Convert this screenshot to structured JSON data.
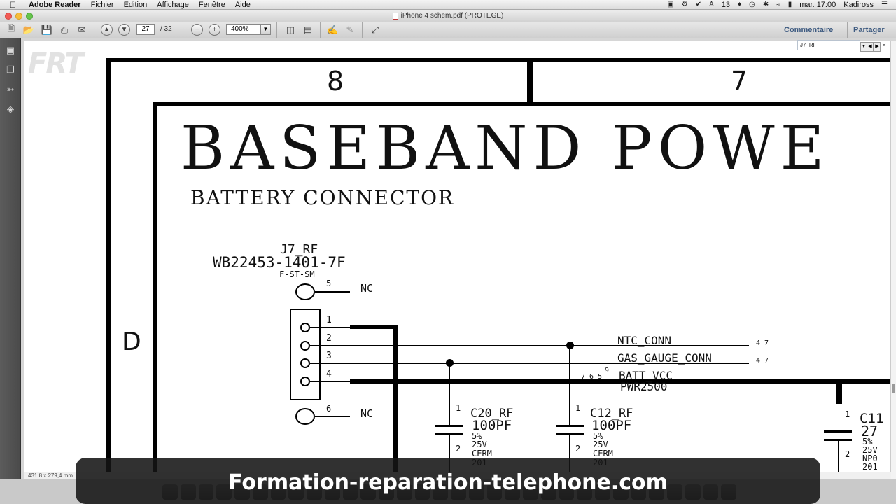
{
  "menubar": {
    "app_name": "Adobe Reader",
    "items": [
      "Fichier",
      "Edition",
      "Affichage",
      "Fenêtre",
      "Aide"
    ],
    "status_badge": "13",
    "clock": "mar. 17:00",
    "user": "Kadiross"
  },
  "window": {
    "title": "iPhone 4 schem.pdf (PROTEGE)"
  },
  "toolbar": {
    "page_current": "27",
    "page_total": "/ 32",
    "zoom": "400%",
    "comment_label": "Commentaire",
    "share_label": "Partager"
  },
  "search": {
    "value": "J7_RF"
  },
  "schematic": {
    "col_8": "8",
    "col_7": "7",
    "row_d": "D",
    "title": "BASEBAND POWE",
    "subtitle": "BATTERY CONNECTOR",
    "connector_ref": "J7_RF",
    "connector_part": "WB22453-1401-7F",
    "connector_pkg": "F-ST-SM",
    "pin_5": "5",
    "pin_6": "6",
    "pin_1": "1",
    "pin_2": "2",
    "pin_3": "3",
    "pin_4": "4",
    "nc_top": "NC",
    "nc_bottom": "NC",
    "net_ntc": "NTC_CONN",
    "net_gas": "GAS_GAUGE_CONN",
    "net_batt": "BATT_VCC",
    "net_pwr": "PWR2500",
    "net_ntc_refs": "4 7",
    "net_gas_refs": "4 7",
    "net_batt_refs": "7 6 5",
    "net_batt_ref9": "9",
    "c20_ref": "C20_RF",
    "c20_val": "100PF",
    "c20_tol": "5%",
    "c20_volt": "25V",
    "c20_type": "CERM",
    "c20_size": "201",
    "c12_ref": "C12_RF",
    "c12_val": "100PF",
    "c12_tol": "5%",
    "c12_volt": "25V",
    "c12_type": "CERM",
    "c12_size": "201",
    "c11_ref": "C11",
    "c11_val": "27",
    "c11_tol": "5%",
    "c11_volt": "25V",
    "c11_type": "NP0",
    "c11_size": "201",
    "cap_pin1": "1",
    "cap_pin2": "2"
  },
  "statusbar": {
    "page_size": "431,8 x 279,4 mm"
  },
  "watermark": {
    "text": "Formation-reparation-telephone.com"
  },
  "logo": {
    "text": "FRT"
  }
}
